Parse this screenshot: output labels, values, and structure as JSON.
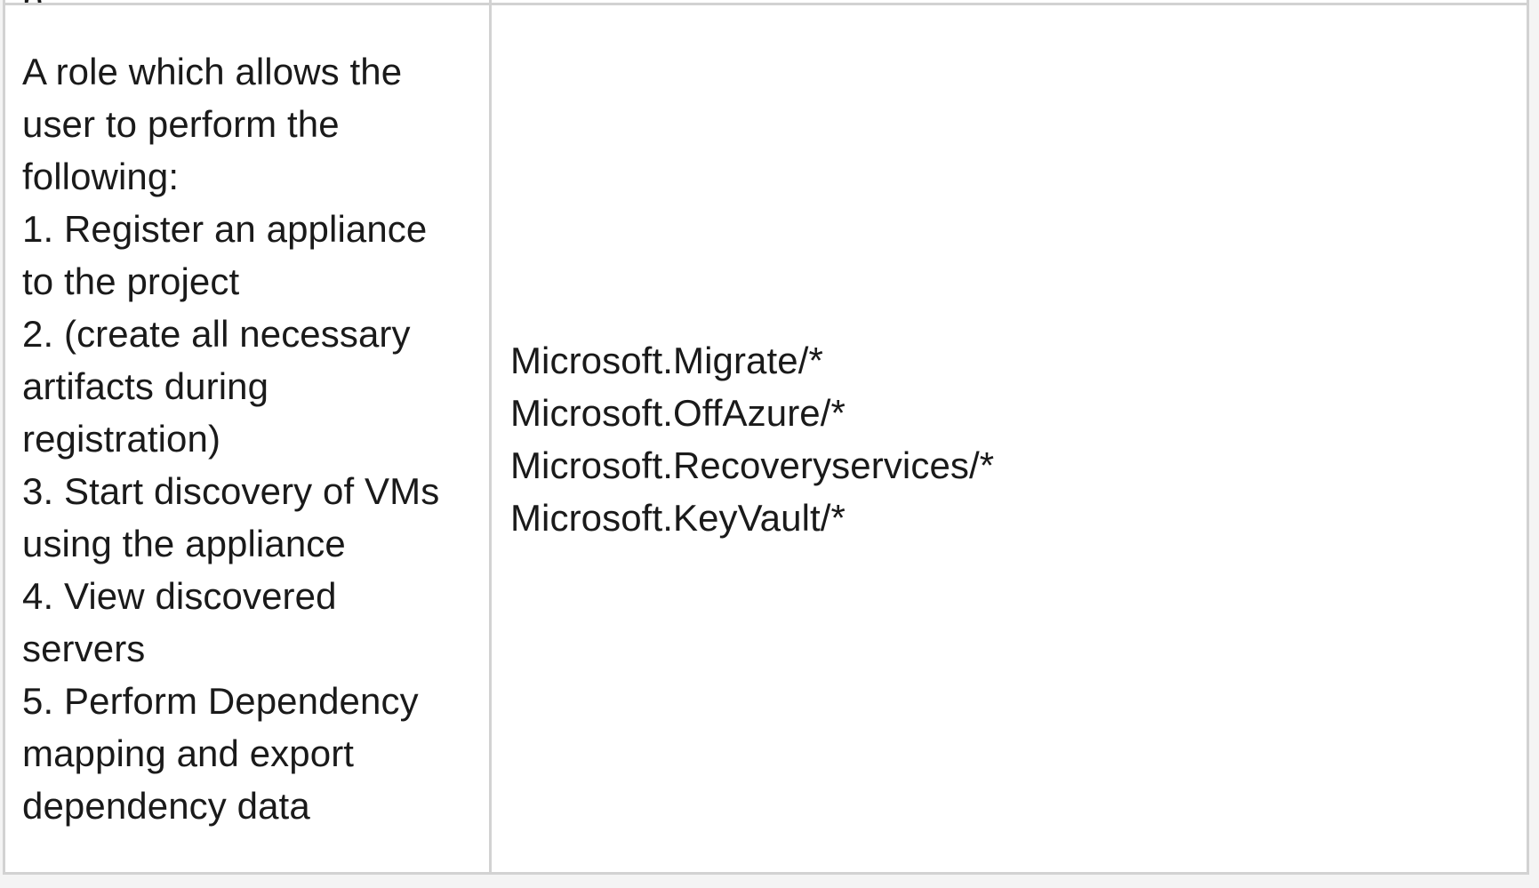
{
  "document": {
    "type": "two-column-table",
    "colors": {
      "cell_background": "#ffffff",
      "border": "#d2d2d2",
      "text": "#1a1a1a",
      "page_background": "#f4f4f4"
    }
  },
  "table": {
    "clipped_row_above": {
      "description_fragment": "p",
      "permissions_fragment": ""
    },
    "row": {
      "description": {
        "lines": [
          "A role which allows the",
          "user to perform the",
          "following:",
          "1. Register an appliance",
          "to the project",
          "2. (create all necessary",
          "artifacts during",
          "registration)",
          "3. Start discovery of VMs",
          "using the appliance",
          "4. View discovered",
          "servers",
          "5. Perform Dependency",
          "mapping and export",
          "dependency data"
        ]
      },
      "permissions": {
        "lines": [
          "Microsoft.Migrate/*",
          "Microsoft.OffAzure/*",
          "Microsoft.Recoveryservices/*",
          "Microsoft.KeyVault/*"
        ]
      }
    }
  }
}
